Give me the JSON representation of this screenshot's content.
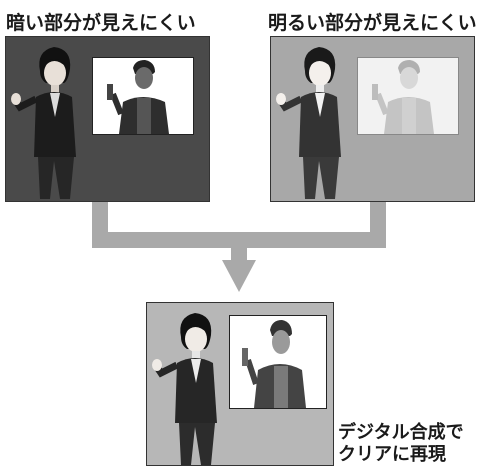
{
  "labels": {
    "dark_part": "暗い部分が見えにくい",
    "bright_part": "明るい部分が見えにくい",
    "result_line1": "デジタル合成で",
    "result_line2": "クリアに再現"
  },
  "colors": {
    "connector": "#a9a9a9",
    "dark_bg": "#4a4a4a",
    "bright_bg": "#a8a8a8",
    "result_bg": "#b7b7b7"
  }
}
